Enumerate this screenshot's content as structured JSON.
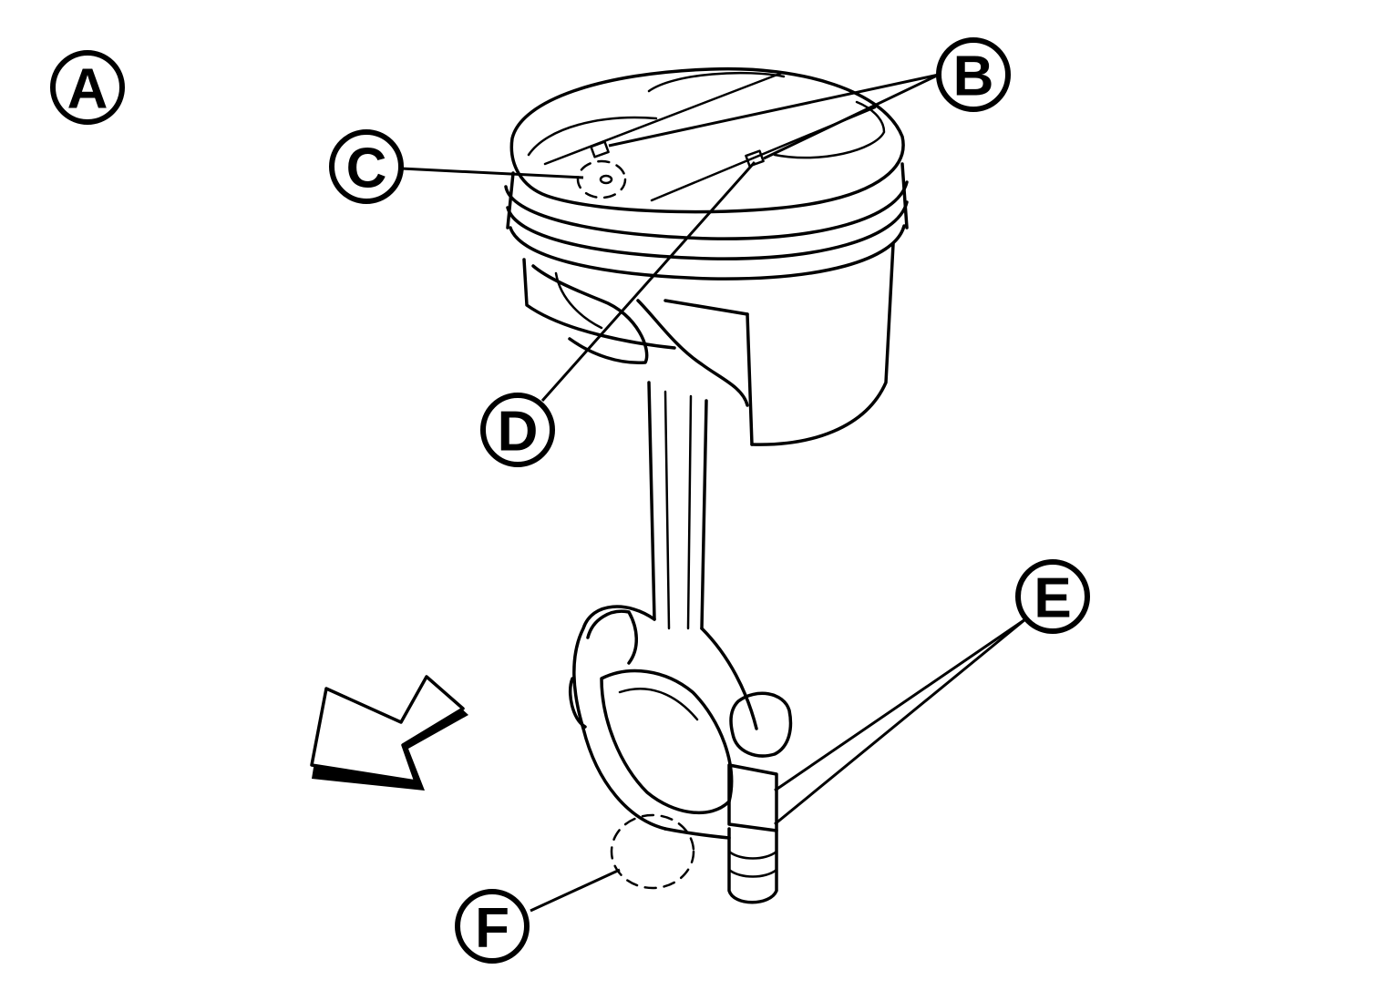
{
  "labels": {
    "a": "A",
    "b": "B",
    "c": "C",
    "d": "D",
    "e": "E",
    "f": "F"
  },
  "colors": {
    "line": "#000000",
    "background": "#ffffff"
  },
  "parts": [
    "piston",
    "piston-rings",
    "connecting-rod",
    "rod-cap",
    "cap-bolt",
    "direction-arrow"
  ]
}
